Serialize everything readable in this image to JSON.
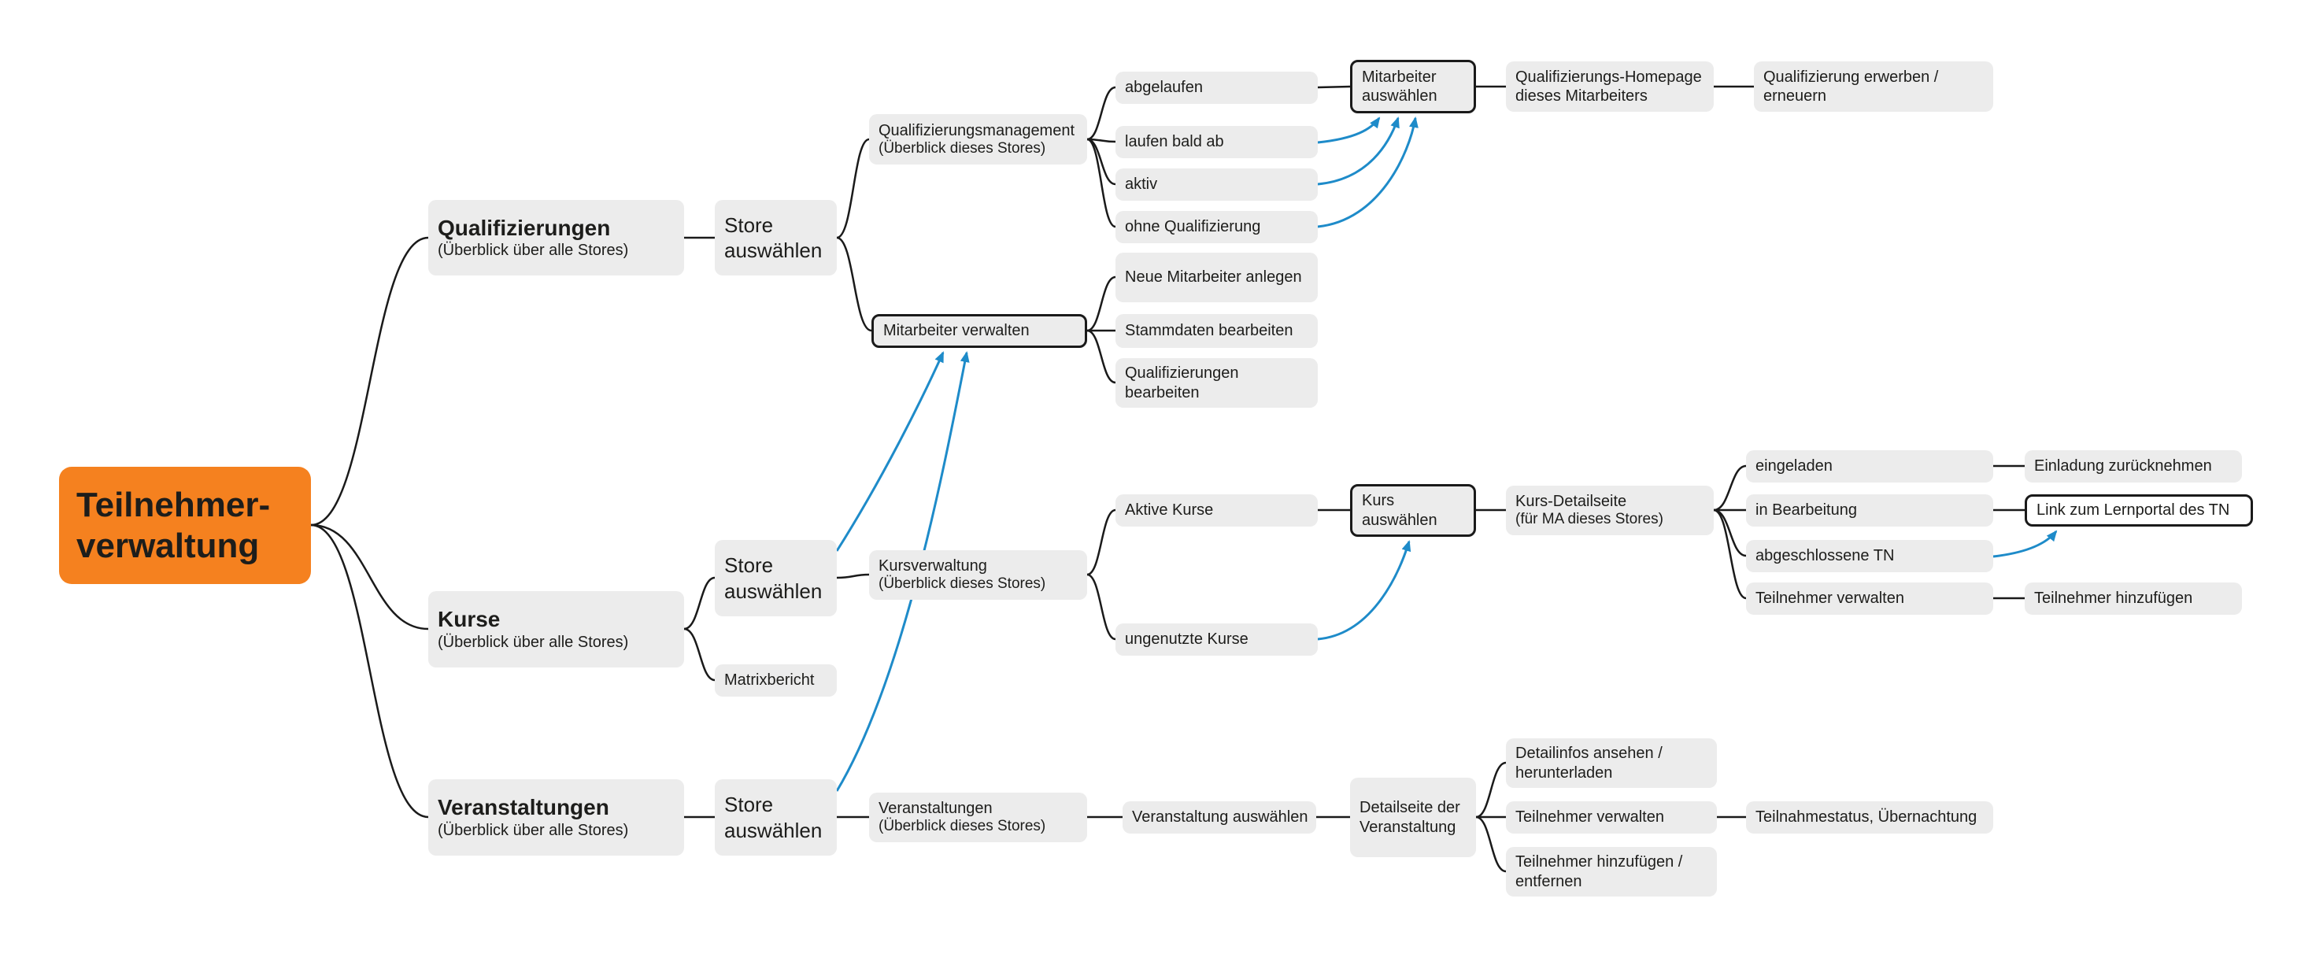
{
  "diagram_title": "Teilnehmerverwaltung",
  "colors": {
    "root_orange": "#F5811F",
    "node_gray": "#ECECEC",
    "line_black": "#1A1A1A",
    "arrow_blue": "#1E8BC9",
    "background": "#FFFFFF"
  },
  "root": {
    "line1": "Teilnehmer-",
    "line2": "verwaltung"
  },
  "qualifizierungen": {
    "title": "Qualifizierungen",
    "subtitle": "(Überblick über alle Stores)",
    "store_select": "Store auswählen",
    "management_title": "Qualifizierungsmanagement",
    "management_subtitle": "(Überblick dieses Stores)",
    "state_abgelaufen": "abgelaufen",
    "state_laufen_bald_ab": "laufen bald ab",
    "state_aktiv": "aktiv",
    "state_ohne_qualifizierung": "ohne Qualifizierung",
    "mitarbeiter_auswaehlen": "Mitarbeiter auswählen",
    "homepage": "Qualifizierungs-Homepage dieses Mitarbeiters",
    "erwerben_erneuern": "Qualifizierung erwerben / erneuern",
    "mitarbeiter_verwalten": "Mitarbeiter verwalten",
    "neue_mitarbeiter_anlegen": "Neue Mitarbeiter anlegen",
    "stammdaten_bearbeiten": "Stammdaten bearbeiten",
    "qualifizierungen_bearbeiten": "Qualifizierungen bearbeiten"
  },
  "kurse": {
    "title": "Kurse",
    "subtitle": "(Überblick über alle Stores)",
    "store_select": "Store auswählen",
    "matrixbericht": "Matrixbericht",
    "kursverwaltung_title": "Kursverwaltung",
    "kursverwaltung_subtitle": "(Überblick dieses Stores)",
    "aktive_kurse": "Aktive Kurse",
    "ungenutzte_kurse": "ungenutzte Kurse",
    "kurs_auswaehlen": "Kurs auswählen",
    "detailseite_title": "Kurs-Detailseite",
    "detailseite_subtitle": "(für MA dieses Stores)",
    "eingeladen": "eingeladen",
    "in_bearbeitung": "in Bearbeitung",
    "abgeschlossene_tn": "abgeschlossene TN",
    "teilnehmer_verwalten": "Teilnehmer verwalten",
    "einladung_zuruecknehmen": "Einladung zurücknehmen",
    "link_lernportal": "Link zum Lernportal des TN",
    "teilnehmer_hinzufuegen": "Teilnehmer hinzufügen"
  },
  "veranstaltungen": {
    "title": "Veranstaltungen",
    "subtitle": "(Überblick über alle Stores)",
    "store_select": "Store auswählen",
    "ueberblick_title": "Veranstaltungen",
    "ueberblick_subtitle": "(Überblick dieses Stores)",
    "veranstaltung_auswaehlen": "Veranstaltung auswählen",
    "detailseite": "Detailseite der Veranstaltung",
    "detailinfos": "Detailinfos ansehen / herunterladen",
    "teilnehmer_verwalten": "Teilnehmer verwalten",
    "teilnehmer_hinzufuegen_entfernen": "Teilnehmer hinzufügen / entfernen",
    "teilnahmestatus": "Teilnahmestatus, Übernachtung"
  }
}
